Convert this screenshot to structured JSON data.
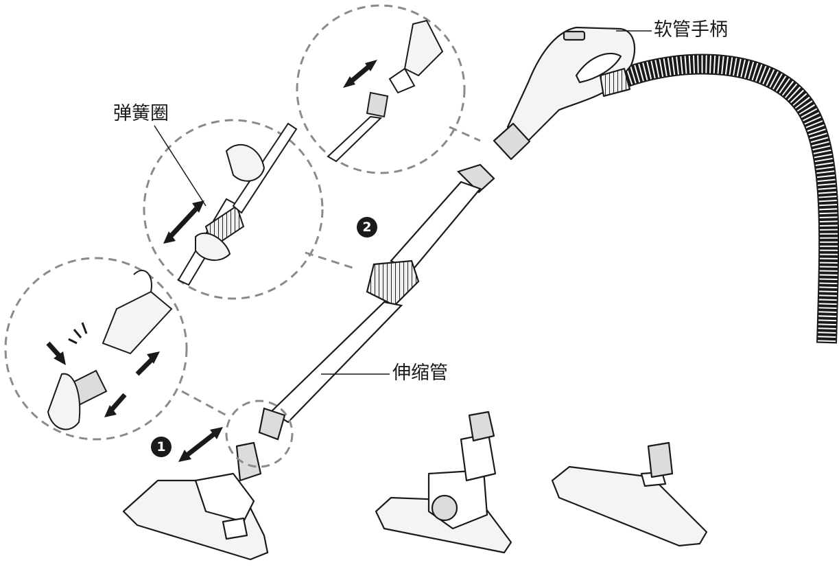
{
  "labels": {
    "hose_handle": "软管手柄",
    "spring_ring": "弹簧圈",
    "telescopic_tube": "伸缩管"
  },
  "steps": {
    "step1": "1",
    "step2": "2"
  },
  "colors": {
    "line": "#1a1a1a",
    "fill_light": "#f4f4f4",
    "fill_mid": "#dcdcdc",
    "dash": "#8a8a8a"
  }
}
